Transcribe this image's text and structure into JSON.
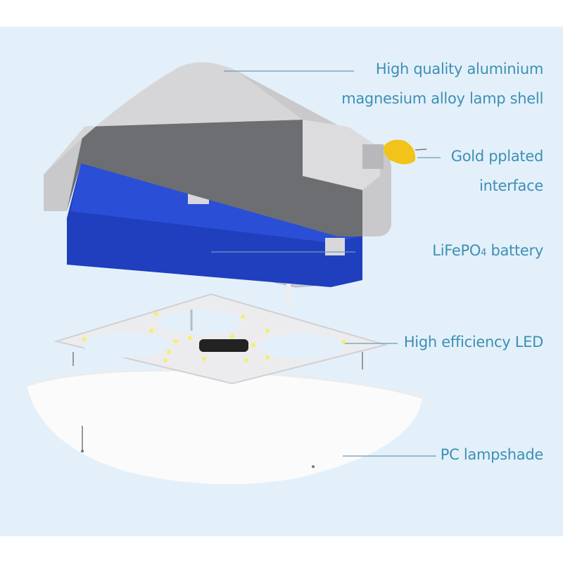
{
  "labels": {
    "shell_line1": "High quality aluminium",
    "shell_line2": "magnesium alloy lamp shell",
    "interface_line1": "Gold pplated",
    "interface_line2": "interface",
    "battery_main": "LiFePO",
    "battery_sub": "4",
    "battery_tail": " battery",
    "led": "High efficiency LED",
    "lampshade": "PC lampshade"
  },
  "colors": {
    "background": "#e3f0fa",
    "label_text": "#3d8fb5",
    "battery": "#1f3fbf",
    "shell": "#c9c9cb",
    "gold_interface": "#f2c318",
    "led_dots": "#f4f06a"
  }
}
